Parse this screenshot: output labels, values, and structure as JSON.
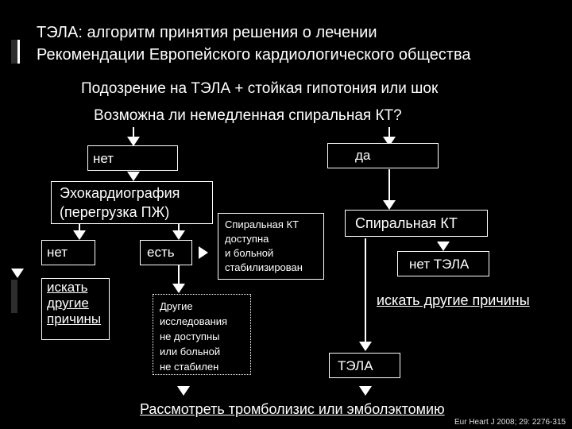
{
  "title": {
    "line1": "ТЭЛА: алгоритм принятия решения о лечении",
    "line2": "Рекомендации Европейского кардиологического общества"
  },
  "question1": "Подозрение на ТЭЛА + стойкая гипотония или шок",
  "question2": "Возможна ли немедленная спиральная КТ?",
  "nodes": {
    "no_main": "нет",
    "yes_main": "да",
    "echo_line1": "Эхокардиография",
    "echo_line2": "(перегрузка ПЖ)",
    "no_echo": "нет",
    "yes_echo": "есть",
    "seek_left_1": "искать",
    "seek_left_2": "другие",
    "seek_left_3": "причины",
    "ct_available_1": "Спиральная КТ",
    "ct_available_2": "доступна",
    "ct_available_3": "и больной",
    "ct_available_4": "стабилизирован",
    "other_tests_1": "Другие",
    "other_tests_2": "исследования",
    "other_tests_3": "не доступны",
    "other_tests_4": "или больной",
    "other_tests_5": "не стабилен",
    "spiral_ct": "Спиральная КТ",
    "no_pe": "нет ТЭЛА",
    "seek_right": "искать другие причины",
    "pe": "ТЭЛА",
    "final": "Рассмотреть тромболизис или эмболэктомию"
  },
  "citation": "Eur Heart J 2008; 29: 2276-315"
}
